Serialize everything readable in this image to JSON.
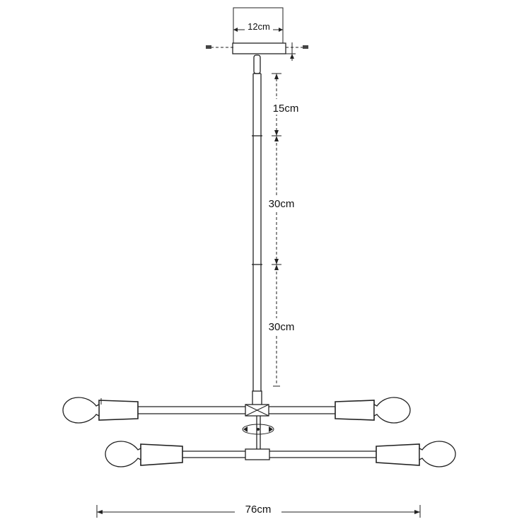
{
  "dimensions": {
    "canopy_width": "12cm",
    "rod_segment_1": "15cm",
    "rod_segment_2": "30cm",
    "rod_segment_3": "30cm",
    "overall_width": "76cm"
  },
  "colors": {
    "line": "#222222",
    "background": "#ffffff"
  }
}
